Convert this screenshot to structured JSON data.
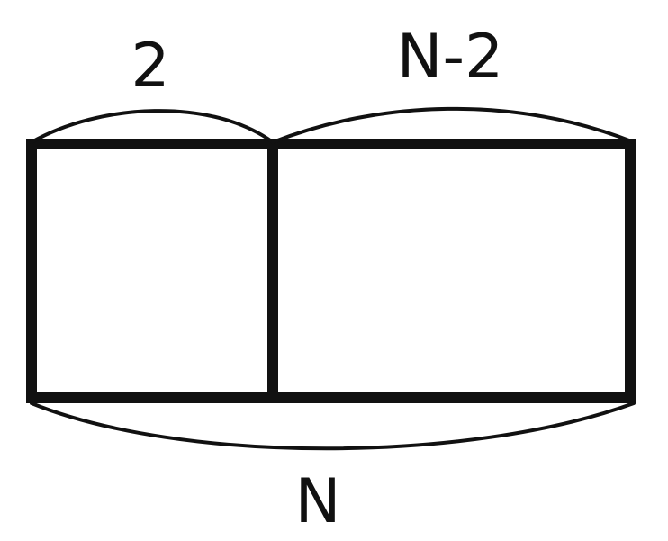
{
  "labels": {
    "left_top": "2",
    "right_top": "N-2",
    "bottom": "N"
  }
}
